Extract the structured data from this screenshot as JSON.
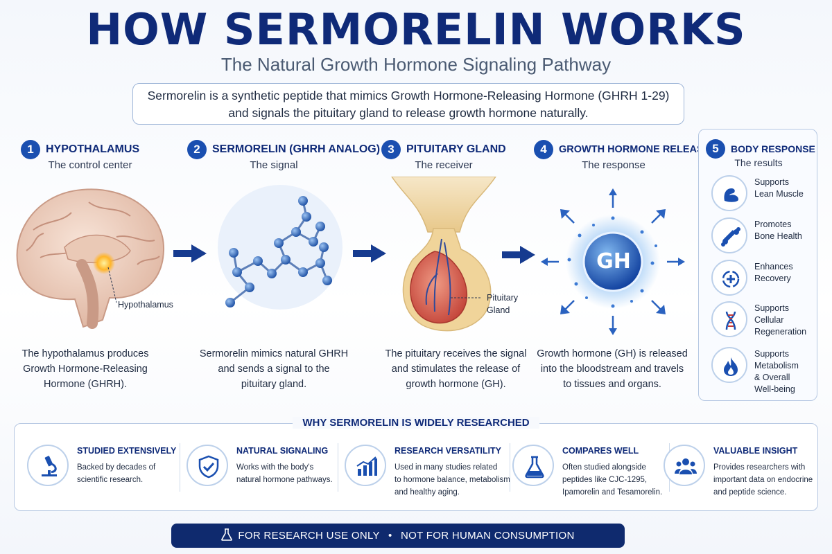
{
  "header": {
    "title": "HOW SERMORELIN WORKS",
    "subtitle": "The Natural Growth Hormone Signaling Pathway",
    "intro_line1": "Sermorelin is a synthetic peptide that mimics Growth Hormone-Releasing Hormone (GHRH 1-29)",
    "intro_line2": "and signals the pituitary gland to release growth hormone naturally."
  },
  "steps": [
    {
      "number": "1",
      "title": "HYPOTHALAMUS",
      "subtitle": "The control center",
      "callout": "Hypothalamus",
      "desc": [
        "The hypothalamus produces",
        "Growth Hormone-Releasing",
        "Hormone (GHRH)."
      ]
    },
    {
      "number": "2",
      "title": "SERMORELIN (GHRH ANALOG)",
      "subtitle": "The signal",
      "desc": [
        "Sermorelin mimics natural GHRH",
        "and sends a signal to the",
        "pituitary gland."
      ]
    },
    {
      "number": "3",
      "title": "PITUITARY GLAND",
      "subtitle": "The receiver",
      "callout_line1": "Pituitary",
      "callout_line2": "Gland",
      "desc": [
        "The pituitary receives the signal",
        "and stimulates the release of",
        "growth hormone (GH)."
      ]
    },
    {
      "number": "4",
      "title": "GROWTH HORMONE RELEASE",
      "subtitle": "The response",
      "badge": "GH",
      "desc": [
        "Growth hormone (GH) is released",
        "into the bloodstream and travels",
        "to tissues and organs."
      ]
    },
    {
      "number": "5",
      "title": "BODY RESPONSE",
      "subtitle": "The results"
    }
  ],
  "body_response": [
    {
      "icon": "muscle-icon",
      "lines": [
        "Supports",
        "Lean Muscle"
      ]
    },
    {
      "icon": "bone-icon",
      "lines": [
        "Promotes",
        "Bone Health"
      ]
    },
    {
      "icon": "recovery-icon",
      "lines": [
        "Enhances",
        "Recovery"
      ]
    },
    {
      "icon": "dna-icon",
      "lines": [
        "Supports",
        "Cellular",
        "Regeneration"
      ]
    },
    {
      "icon": "flame-icon",
      "lines": [
        "Supports",
        "Metabolism",
        "& Overall",
        "Well-being"
      ]
    }
  ],
  "why": {
    "title": "WHY SERMORELIN IS WIDELY RESEARCHED",
    "items": [
      {
        "icon": "microscope-icon",
        "title": "STUDIED EXTENSIVELY",
        "lines": [
          "Backed by decades of",
          "scientific research."
        ]
      },
      {
        "icon": "shield-check-icon",
        "title": "NATURAL SIGNALING",
        "lines": [
          "Works with the body's",
          "natural hormone pathways."
        ]
      },
      {
        "icon": "bar-chart-icon",
        "title": "RESEARCH VERSATILITY",
        "lines": [
          "Used in many studies related",
          "to hormone balance, metabolism",
          "and healthy aging."
        ]
      },
      {
        "icon": "flask-icon",
        "title": "COMPARES WELL",
        "lines": [
          "Often studied alongside",
          "peptides like CJC-1295,",
          "Ipamorelin and Tesamorelin."
        ]
      },
      {
        "icon": "people-icon",
        "title": "VALUABLE INSIGHT",
        "lines": [
          "Provides researchers with",
          "important data on endocrine",
          "and peptide science."
        ]
      }
    ]
  },
  "footer": {
    "left": "FOR RESEARCH USE ONLY",
    "separator": "•",
    "right": "NOT FOR HUMAN CONSUMPTION"
  },
  "colors": {
    "primary": "#0f2a78",
    "accent": "#1a4fb0",
    "footer_bg": "#0f2a6e"
  }
}
